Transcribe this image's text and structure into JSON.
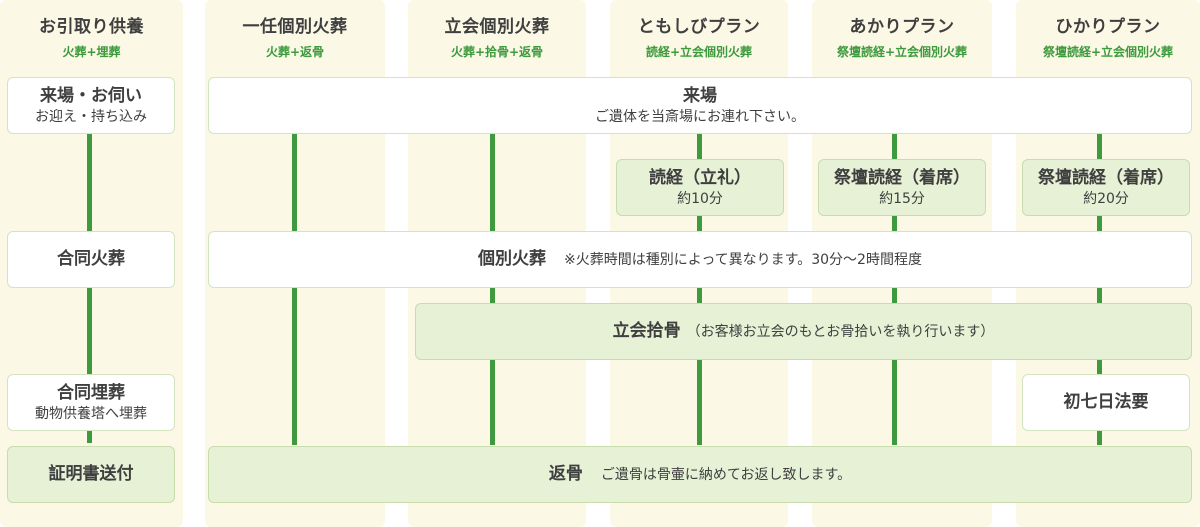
{
  "columns": [
    {
      "title": "お引取り供養",
      "sub": "火葬+埋葬"
    },
    {
      "title": "一任個別火葬",
      "sub": "火葬+返骨"
    },
    {
      "title": "立会個別火葬",
      "sub": "火葬+拾骨+返骨"
    },
    {
      "title": "ともしびプラン",
      "sub": "読経+立会個別火葬"
    },
    {
      "title": "あかりプラン",
      "sub": "祭壇読経+立会個別火葬"
    },
    {
      "title": "ひかりプラン",
      "sub": "祭壇読経+立会個別火葬"
    }
  ],
  "pickup": {
    "arrival": {
      "title": "来場・お伺い",
      "sub": "お迎え・持ち込み"
    },
    "cremation": {
      "title": "合同火葬"
    },
    "burial": {
      "title": "合同埋葬",
      "sub": "動物供養塔へ埋葬"
    },
    "certificate": {
      "title": "証明書送付"
    }
  },
  "steps": {
    "arrival": {
      "title": "来場",
      "sub": "ご遺体を当斎場にお連れ下さい。"
    },
    "sutra_tomoshibi": {
      "title": "読経（立礼）",
      "sub": "約10分"
    },
    "sutra_akari": {
      "title": "祭壇読経（着席）",
      "sub": "約15分"
    },
    "sutra_hikari": {
      "title": "祭壇読経（着席）",
      "sub": "約20分"
    },
    "cremation": {
      "title": "個別火葬",
      "sub": "※火葬時間は種別によって異なります。30分〜2時間程度"
    },
    "bone_collection": {
      "title": "立会拾骨",
      "sub": "（お客様お立会のもとお骨拾いを執り行います）"
    },
    "seventh_day": {
      "title": "初七日法要"
    },
    "return": {
      "title": "返骨",
      "sub": "ご遺骨は骨壷に納めてお返し致します。"
    }
  },
  "colors": {
    "line": "#3f9a3f",
    "column_bg": "#fbf8e6",
    "box_green": "#e6f1d6",
    "box_white": "#ffffff",
    "header_sub": "#3d9a3d"
  }
}
